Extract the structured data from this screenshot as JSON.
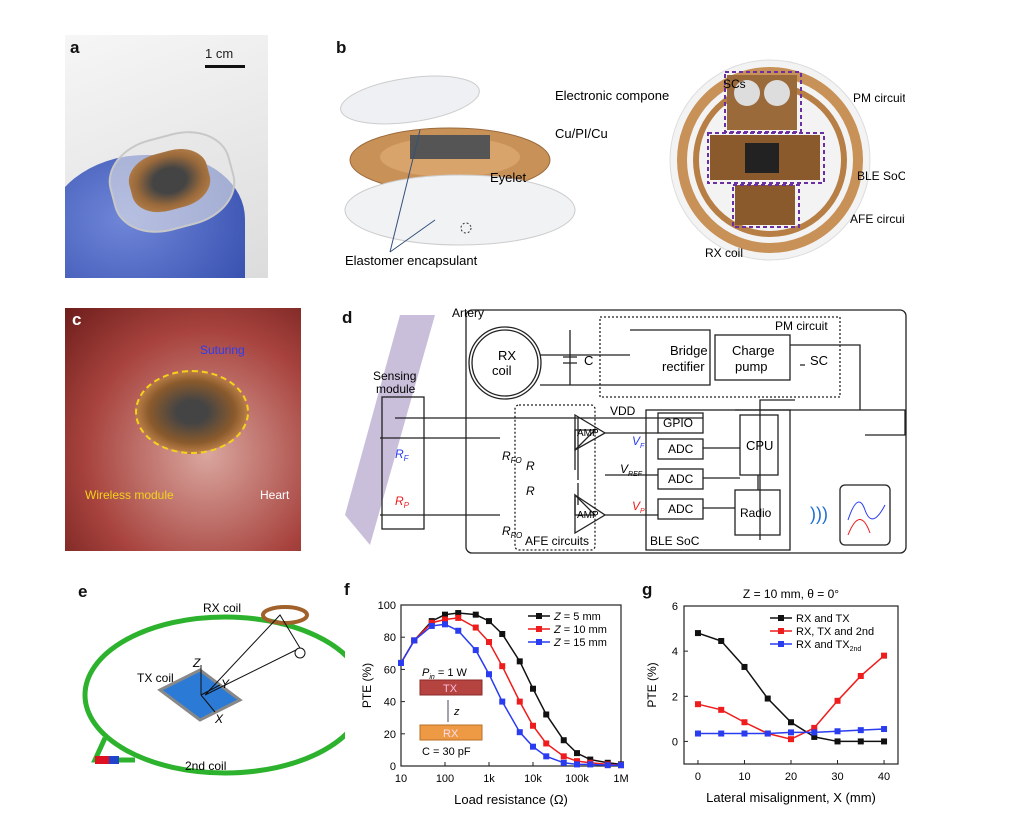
{
  "panels": {
    "a": {
      "label": "a",
      "scale_bar": "1 cm"
    },
    "b": {
      "label": "b",
      "callouts": {
        "electronic": "Electronic components",
        "cupicu": "Cu/PI/Cu",
        "eyelet": "Eyelet",
        "elastomer": "Elastomer encapsulant",
        "scs": "SCs",
        "pm": "PM circuit",
        "ble": "BLE SoC",
        "afe": "AFE circuits",
        "rx": "RX coil"
      }
    },
    "c": {
      "label": "c",
      "suturing": "Suturing",
      "wireless": "Wireless module",
      "heart": "Heart"
    },
    "d": {
      "label": "d",
      "artery": "Artery",
      "sensing_l1": "Sensing",
      "sensing_l2": "module",
      "rx_l1": "RX",
      "rx_l2": "coil",
      "c": "C",
      "bridge_l1": "Bridge",
      "bridge_l2": "rectifier",
      "charge_l1": "Charge",
      "charge_l2": "pump",
      "sc": "SC",
      "pm": "PM circuit",
      "vdd": "VDD",
      "gpio": "GPIO",
      "adc": "ADC",
      "cpu": "CPU",
      "radio": "Radio",
      "ble": "BLE SoC",
      "afe": "AFE circuits",
      "amp": "AMP",
      "rf": "R",
      "rf_sub": "F",
      "rp": "R",
      "rp_sub": "P",
      "rfo": "R",
      "rfo_sub": "FO",
      "rpo": "R",
      "rpo_sub": "PO",
      "r": "R",
      "vf": "V",
      "vf_sub": "F",
      "vref": "V",
      "vref_sub": "REF",
      "vp": "V",
      "vp_sub": "P"
    },
    "e": {
      "label": "e",
      "rx": "RX coil",
      "tx": "TX coil",
      "second": "2nd coil",
      "z": "Z",
      "y": "Y",
      "x": "X"
    }
  },
  "chart_data": [
    {
      "panel": "f",
      "type": "line",
      "xscale": "log",
      "xlabel": "Load resistance (Ω)",
      "ylabel": "PTE (%)",
      "ylim": [
        0,
        100
      ],
      "x": [
        10,
        20,
        50,
        100,
        200,
        500,
        1000,
        2000,
        5000,
        10000,
        20000,
        50000,
        100000,
        200000,
        500000,
        1000000
      ],
      "xticks": [
        {
          "v": 10,
          "label": "10"
        },
        {
          "v": 100,
          "label": "100"
        },
        {
          "v": 1000,
          "label": "1k"
        },
        {
          "v": 10000,
          "label": "10k"
        },
        {
          "v": 100000,
          "label": "100k"
        },
        {
          "v": 1000000,
          "label": "1M"
        }
      ],
      "yticks": [
        0,
        20,
        40,
        60,
        80,
        100
      ],
      "legend_position": "top-right",
      "series": [
        {
          "name_pre": "Z",
          "name_post": " = 5 mm",
          "color": "#111111",
          "values": [
            64,
            78,
            90,
            94,
            95,
            94,
            90,
            82,
            65,
            48,
            32,
            16,
            8,
            4,
            2,
            1
          ]
        },
        {
          "name_pre": "Z",
          "name_post": " = 10 mm",
          "color": "#ee1c1c",
          "values": [
            64,
            78,
            89,
            91,
            92,
            86,
            77,
            62,
            40,
            25,
            14,
            6,
            3,
            2,
            1,
            0.5
          ]
        },
        {
          "name_pre": "Z",
          "name_post": " = 15 mm",
          "color": "#2a3cf0",
          "values": [
            64,
            78,
            87,
            88,
            84,
            72,
            57,
            40,
            21,
            12,
            6,
            2,
            1,
            1,
            0.5,
            0.5
          ]
        }
      ],
      "inset": {
        "pin": "P",
        "pin_sub": "in",
        "pin_val": " = 1 W",
        "tx": "TX",
        "rx": "RX",
        "z": "z",
        "c": "C = 30 pF"
      }
    },
    {
      "panel": "g",
      "type": "line",
      "title": "Z = 10 mm, θ = 0°",
      "xlabel": "Lateral misalignment, X (mm)",
      "ylabel": "PTE (%)",
      "ylim": [
        -1,
        6
      ],
      "xlim": [
        -3,
        43
      ],
      "x": [
        0,
        5,
        10,
        15,
        20,
        25,
        30,
        35,
        40
      ],
      "xticks": [
        0,
        10,
        20,
        30,
        40
      ],
      "yticks": [
        0,
        2,
        4,
        6
      ],
      "legend_position": "top-right",
      "series": [
        {
          "name": "RX and TX",
          "sub": "",
          "color": "#111111",
          "values": [
            4.8,
            4.45,
            3.3,
            1.9,
            0.85,
            0.2,
            0,
            0,
            0
          ]
        },
        {
          "name": "RX, TX and 2nd",
          "sub": "",
          "color": "#ee1c1c",
          "values": [
            1.65,
            1.4,
            0.85,
            0.35,
            0.1,
            0.6,
            1.8,
            2.9,
            3.8
          ]
        },
        {
          "name": "RX and TX",
          "sub": "2nd",
          "color": "#2a3cf0",
          "values": [
            0.35,
            0.35,
            0.35,
            0.35,
            0.4,
            0.4,
            0.45,
            0.5,
            0.55
          ]
        }
      ]
    }
  ]
}
